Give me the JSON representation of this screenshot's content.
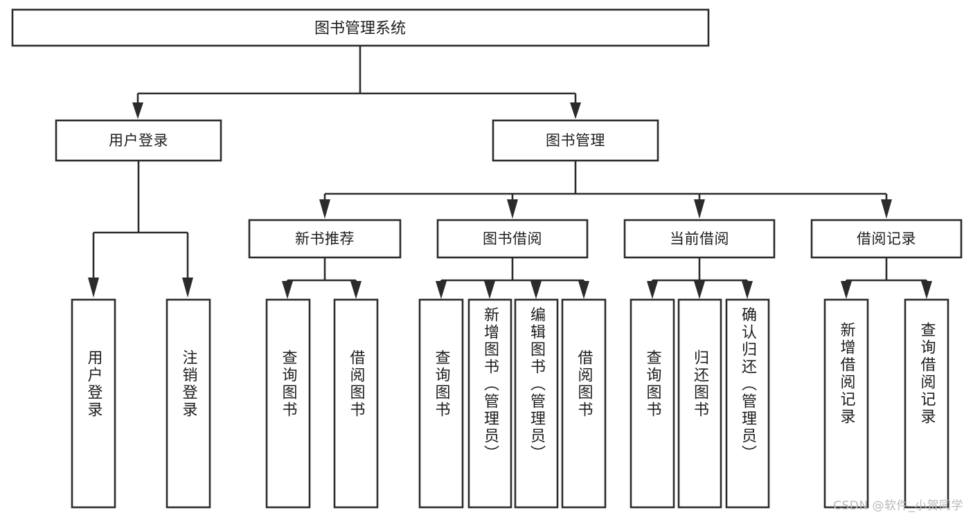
{
  "diagram": {
    "title": "图书管理系统",
    "type": "hierarchical-tree",
    "watermark": "CSDN @软件_小贺同学",
    "colors": {
      "stroke": "#2b2b2b",
      "fill": "#ffffff",
      "text": "#1d1d1d",
      "watermark": "#b8b8b8",
      "background": "#ffffff"
    },
    "root": {
      "id": "root",
      "label": "图书管理系统",
      "orientation": "horizontal"
    },
    "level2": [
      {
        "id": "user-login",
        "label": "用户登录",
        "orientation": "horizontal"
      },
      {
        "id": "book-management",
        "label": "图书管理",
        "orientation": "horizontal"
      }
    ],
    "level3": [
      {
        "id": "new-book-recommend",
        "label": "新书推荐",
        "parent": "book-management",
        "orientation": "horizontal"
      },
      {
        "id": "book-borrow",
        "label": "图书借阅",
        "parent": "book-management",
        "orientation": "horizontal"
      },
      {
        "id": "current-borrow",
        "label": "当前借阅",
        "parent": "book-management",
        "orientation": "horizontal"
      },
      {
        "id": "borrow-record",
        "label": "借阅记录",
        "parent": "book-management",
        "orientation": "horizontal"
      }
    ],
    "leaves": [
      {
        "id": "leaf-user-login",
        "label": "用户登录",
        "parent": "user-login",
        "orientation": "vertical"
      },
      {
        "id": "leaf-user-logout",
        "label": "注销登录",
        "parent": "user-login",
        "orientation": "vertical"
      },
      {
        "id": "leaf-query-book-1",
        "label": "查询图书",
        "parent": "new-book-recommend",
        "orientation": "vertical"
      },
      {
        "id": "leaf-borrow-book-1",
        "label": "借阅图书",
        "parent": "new-book-recommend",
        "orientation": "vertical"
      },
      {
        "id": "leaf-query-book-2",
        "label": "查询图书",
        "parent": "book-borrow",
        "orientation": "vertical"
      },
      {
        "id": "leaf-add-book",
        "label": "新增图书（管理员）",
        "parent": "book-borrow",
        "orientation": "vertical"
      },
      {
        "id": "leaf-edit-book",
        "label": "编辑图书（管理员）",
        "parent": "book-borrow",
        "orientation": "vertical"
      },
      {
        "id": "leaf-borrow-book-2",
        "label": "借阅图书",
        "parent": "book-borrow",
        "orientation": "vertical"
      },
      {
        "id": "leaf-query-book-3",
        "label": "查询图书",
        "parent": "current-borrow",
        "orientation": "vertical"
      },
      {
        "id": "leaf-return-book",
        "label": "归还图书",
        "parent": "current-borrow",
        "orientation": "vertical"
      },
      {
        "id": "leaf-confirm-return",
        "label": "确认归还（管理员）",
        "parent": "current-borrow",
        "orientation": "vertical"
      },
      {
        "id": "leaf-add-record",
        "label": "新增借阅记录",
        "parent": "borrow-record",
        "orientation": "vertical"
      },
      {
        "id": "leaf-query-record",
        "label": "查询借阅记录",
        "parent": "borrow-record",
        "orientation": "vertical"
      }
    ]
  }
}
